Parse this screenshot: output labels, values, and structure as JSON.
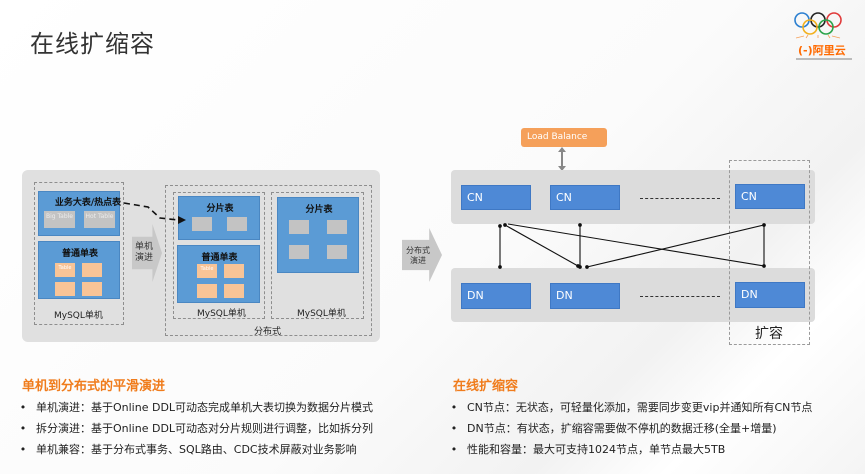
{
  "page": {
    "title": "在线扩缩容"
  },
  "logo": {
    "brand_text": "(-)阿里云",
    "icon": "olympic-rings-icon"
  },
  "left_diagram": {
    "single_machine": {
      "hot_box_title": "业务大表/热点表",
      "big_table_label": "Big Table",
      "hot_table_label": "Hot Table",
      "normal_box_title": "普通单表",
      "table_label": "Table",
      "footer": "MySQL单机"
    },
    "evolve_arrow_label": "单机演进",
    "distributed": {
      "label": "分布式",
      "node1": {
        "shard_title": "分片表",
        "normal_title": "普通单表",
        "table_label": "Table",
        "footer": "MySQL单机"
      },
      "node2": {
        "shard_title": "分片表",
        "footer": "MySQL单机"
      }
    }
  },
  "middle_arrow_label": "分布式演进",
  "right_diagram": {
    "load_balance": "Load Balance",
    "cn_nodes": [
      "CN",
      "CN",
      "CN"
    ],
    "dn_nodes": [
      "DN",
      "DN",
      "DN"
    ],
    "expand_label": "扩容"
  },
  "sections": [
    {
      "title": "单机到分布式的平滑演进",
      "bullets": [
        "单机演进：基于Online DDL可动态完成单机大表切换为数据分片模式",
        "拆分演进：基于Online DDL可动态对分片规则进行调整，比如拆分列",
        "单机兼容：基于分布式事务、SQL路由、CDC技术屏蔽对业务影响"
      ]
    },
    {
      "title": "在线扩缩容",
      "bullets": [
        "CN节点：无状态，可轻量化添加，需要同步变更vip并通知所有CN节点",
        "DN节点：有状态，扩缩容需要做不停机的数据迁移(全量+增量)",
        "性能和容量：最大可支持1024节点，单节点最大5TB"
      ]
    }
  ],
  "colors": {
    "accent_orange": "#f07c1c",
    "node_blue": "#4e89d6",
    "load_balance_orange": "#f5a05a",
    "table_peach": "#f8c497"
  }
}
